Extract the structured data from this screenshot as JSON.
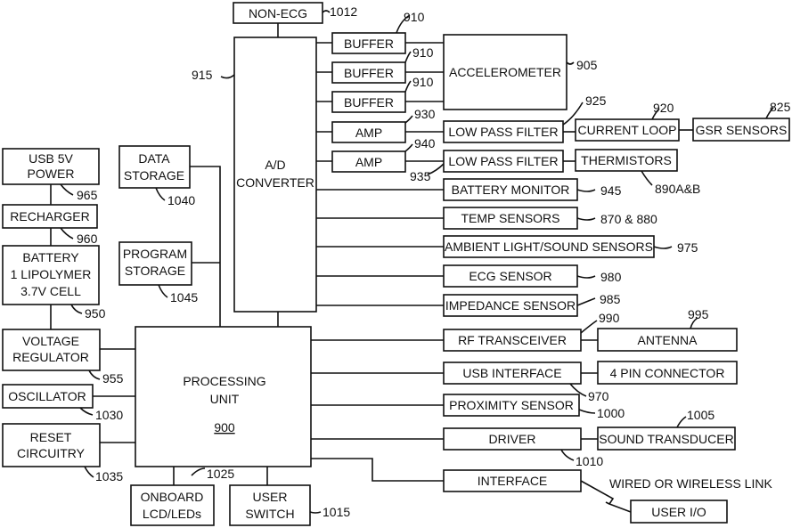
{
  "blocks": {
    "non_ecg": "NON-ECG",
    "buffer1": "BUFFER",
    "buffer2": "BUFFER",
    "buffer3": "BUFFER",
    "accelerometer": "ACCELEROMETER",
    "amp1": "AMP",
    "amp2": "AMP",
    "lpf1": "LOW PASS FILTER",
    "lpf2": "LOW PASS FILTER",
    "current_loop": "CURRENT LOOP",
    "gsr_sensors": "GSR SENSORS",
    "thermistors": "THERMISTORS",
    "ad_converter": [
      "A/D",
      "CONVERTER"
    ],
    "battery_monitor": "BATTERY MONITOR",
    "temp_sensors": "TEMP SENSORS",
    "ambient_sensors": "AMBIENT LIGHT/SOUND SENSORS",
    "ecg_sensor": "ECG SENSOR",
    "impedance_sensor": "IMPEDANCE SENSOR",
    "rf_transceiver": "RF TRANSCEIVER",
    "antenna": "ANTENNA",
    "usb_interface": "USB INTERFACE",
    "pin_connector": "4 PIN CONNECTOR",
    "proximity_sensor": "PROXIMITY SENSOR",
    "driver": "DRIVER",
    "sound_transducer": "SOUND TRANSDUCER",
    "interface": "INTERFACE",
    "wired_link": "WIRED OR WIRELESS LINK",
    "user_io": "USER I/O",
    "usb_power": [
      "USB 5V",
      "POWER"
    ],
    "recharger": "RECHARGER",
    "battery": [
      "BATTERY",
      "1 LIPOLYMER",
      "3.7V CELL"
    ],
    "voltage_regulator": [
      "VOLTAGE",
      "REGULATOR"
    ],
    "oscillator": "OSCILLATOR",
    "reset_circuitry": [
      "RESET",
      "CIRCUITRY"
    ],
    "data_storage": [
      "DATA",
      "STORAGE"
    ],
    "program_storage": [
      "PROGRAM",
      "STORAGE"
    ],
    "processing_unit": [
      "PROCESSING",
      "UNIT"
    ],
    "processing_unit_ref": "900",
    "onboard_lcd": [
      "ONBOARD",
      "LCD/LEDs"
    ],
    "user_switch": [
      "USER",
      "SWITCH"
    ]
  },
  "refs": {
    "r1012": "1012",
    "r910a": "910",
    "r910b": "910",
    "r910c": "910",
    "r905": "905",
    "r915": "915",
    "r925": "925",
    "r920": "920",
    "r825": "825",
    "r930": "930",
    "r940": "940",
    "r935": "935",
    "r890": "890A&B",
    "r945": "945",
    "r870": "870 & 880",
    "r975": "975",
    "r980": "980",
    "r985": "985",
    "r990": "990",
    "r995": "995",
    "r970": "970",
    "r1000": "1000",
    "r1005": "1005",
    "r1010": "1010",
    "r965": "965",
    "r960": "960",
    "r950": "950",
    "r955": "955",
    "r1030": "1030",
    "r1035": "1035",
    "r1040": "1040",
    "r1045": "1045",
    "r1025": "1025",
    "r1015": "1015"
  }
}
